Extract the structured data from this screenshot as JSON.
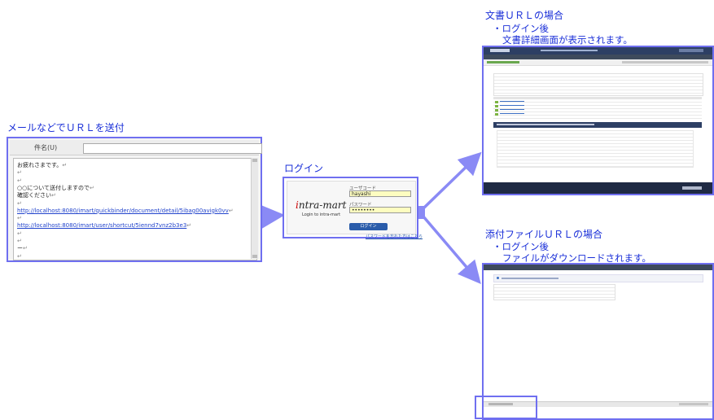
{
  "labels": {
    "send_url": "メールなどでＵＲＬを送付",
    "login": "ログイン",
    "doc_case_title": "文書ＵＲＬの場合",
    "doc_case_line1": "・ログイン後",
    "doc_case_line2": "文書詳細画面が表示されます。",
    "attach_case_title": "添付ファイルＵＲＬの場合",
    "attach_case_line1": "・ログイン後",
    "attach_case_line2": "ファイルがダウンロードされます。"
  },
  "mail": {
    "subject_label": "件名(U)",
    "lines": [
      {
        "text": "お疲れさまです。",
        "kind": "text"
      },
      {
        "text": "",
        "kind": "blank"
      },
      {
        "text": "",
        "kind": "blank"
      },
      {
        "text": "○○について送付しますので",
        "kind": "text"
      },
      {
        "text": "確認ください",
        "kind": "text"
      },
      {
        "text": "",
        "kind": "blank"
      },
      {
        "text": "http://localhost:8080/imart/quickbinder/document/detail/5ibag00avigk0vv",
        "kind": "link"
      },
      {
        "text": "",
        "kind": "blank"
      },
      {
        "text": "http://localhost:8080/imart/user/shortcut/5iennd7vnz2b3e3",
        "kind": "link"
      },
      {
        "text": "",
        "kind": "blank"
      },
      {
        "text": "",
        "kind": "blank"
      },
      {
        "text": "ー",
        "kind": "text"
      },
      {
        "text": "",
        "kind": "blank"
      }
    ],
    "return_mark": "↵"
  },
  "login_box": {
    "logo_prefix": "i",
    "logo_rest": "ntra-mart",
    "logo_sub": "Login to intra-mart",
    "user_label": "ユーザコード",
    "user_value": "hayashi",
    "password_label": "パスワード",
    "password_value": "••••••••",
    "button_label": "ログイン",
    "forgot_link": "パスワードを忘れた方はこちら"
  },
  "colors": {
    "accent": "#6f6ff0",
    "label": "#1a2fd8",
    "arrow": "#8a8af5",
    "header": "#2d3f64",
    "login_button": "#2a5caa"
  }
}
